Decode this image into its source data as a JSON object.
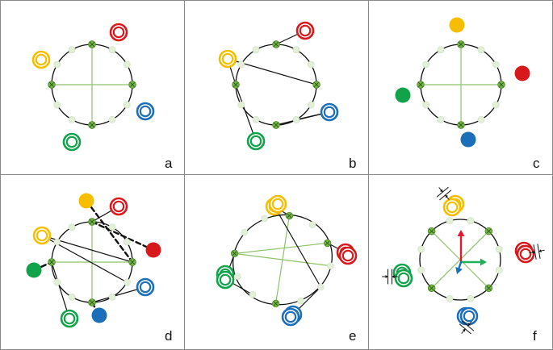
{
  "panels": [
    {
      "label": "a"
    },
    {
      "label": "b"
    },
    {
      "label": "c"
    },
    {
      "label": "d"
    },
    {
      "label": "e"
    },
    {
      "label": "f"
    }
  ],
  "colors": {
    "red": "#d7191c",
    "yellow": "#f7be00",
    "blue": "#1b6fb8",
    "green": "#11a34a",
    "circle_line": "#111111",
    "spoke": "#8dc26b",
    "node_light": "#e3efd9",
    "node_marked": "#77b84a",
    "panel_border": "#888888",
    "arrow_red": "#e0192c",
    "arrow_green": "#1fb15a",
    "arrow_blue": "#1b6fb8"
  }
}
